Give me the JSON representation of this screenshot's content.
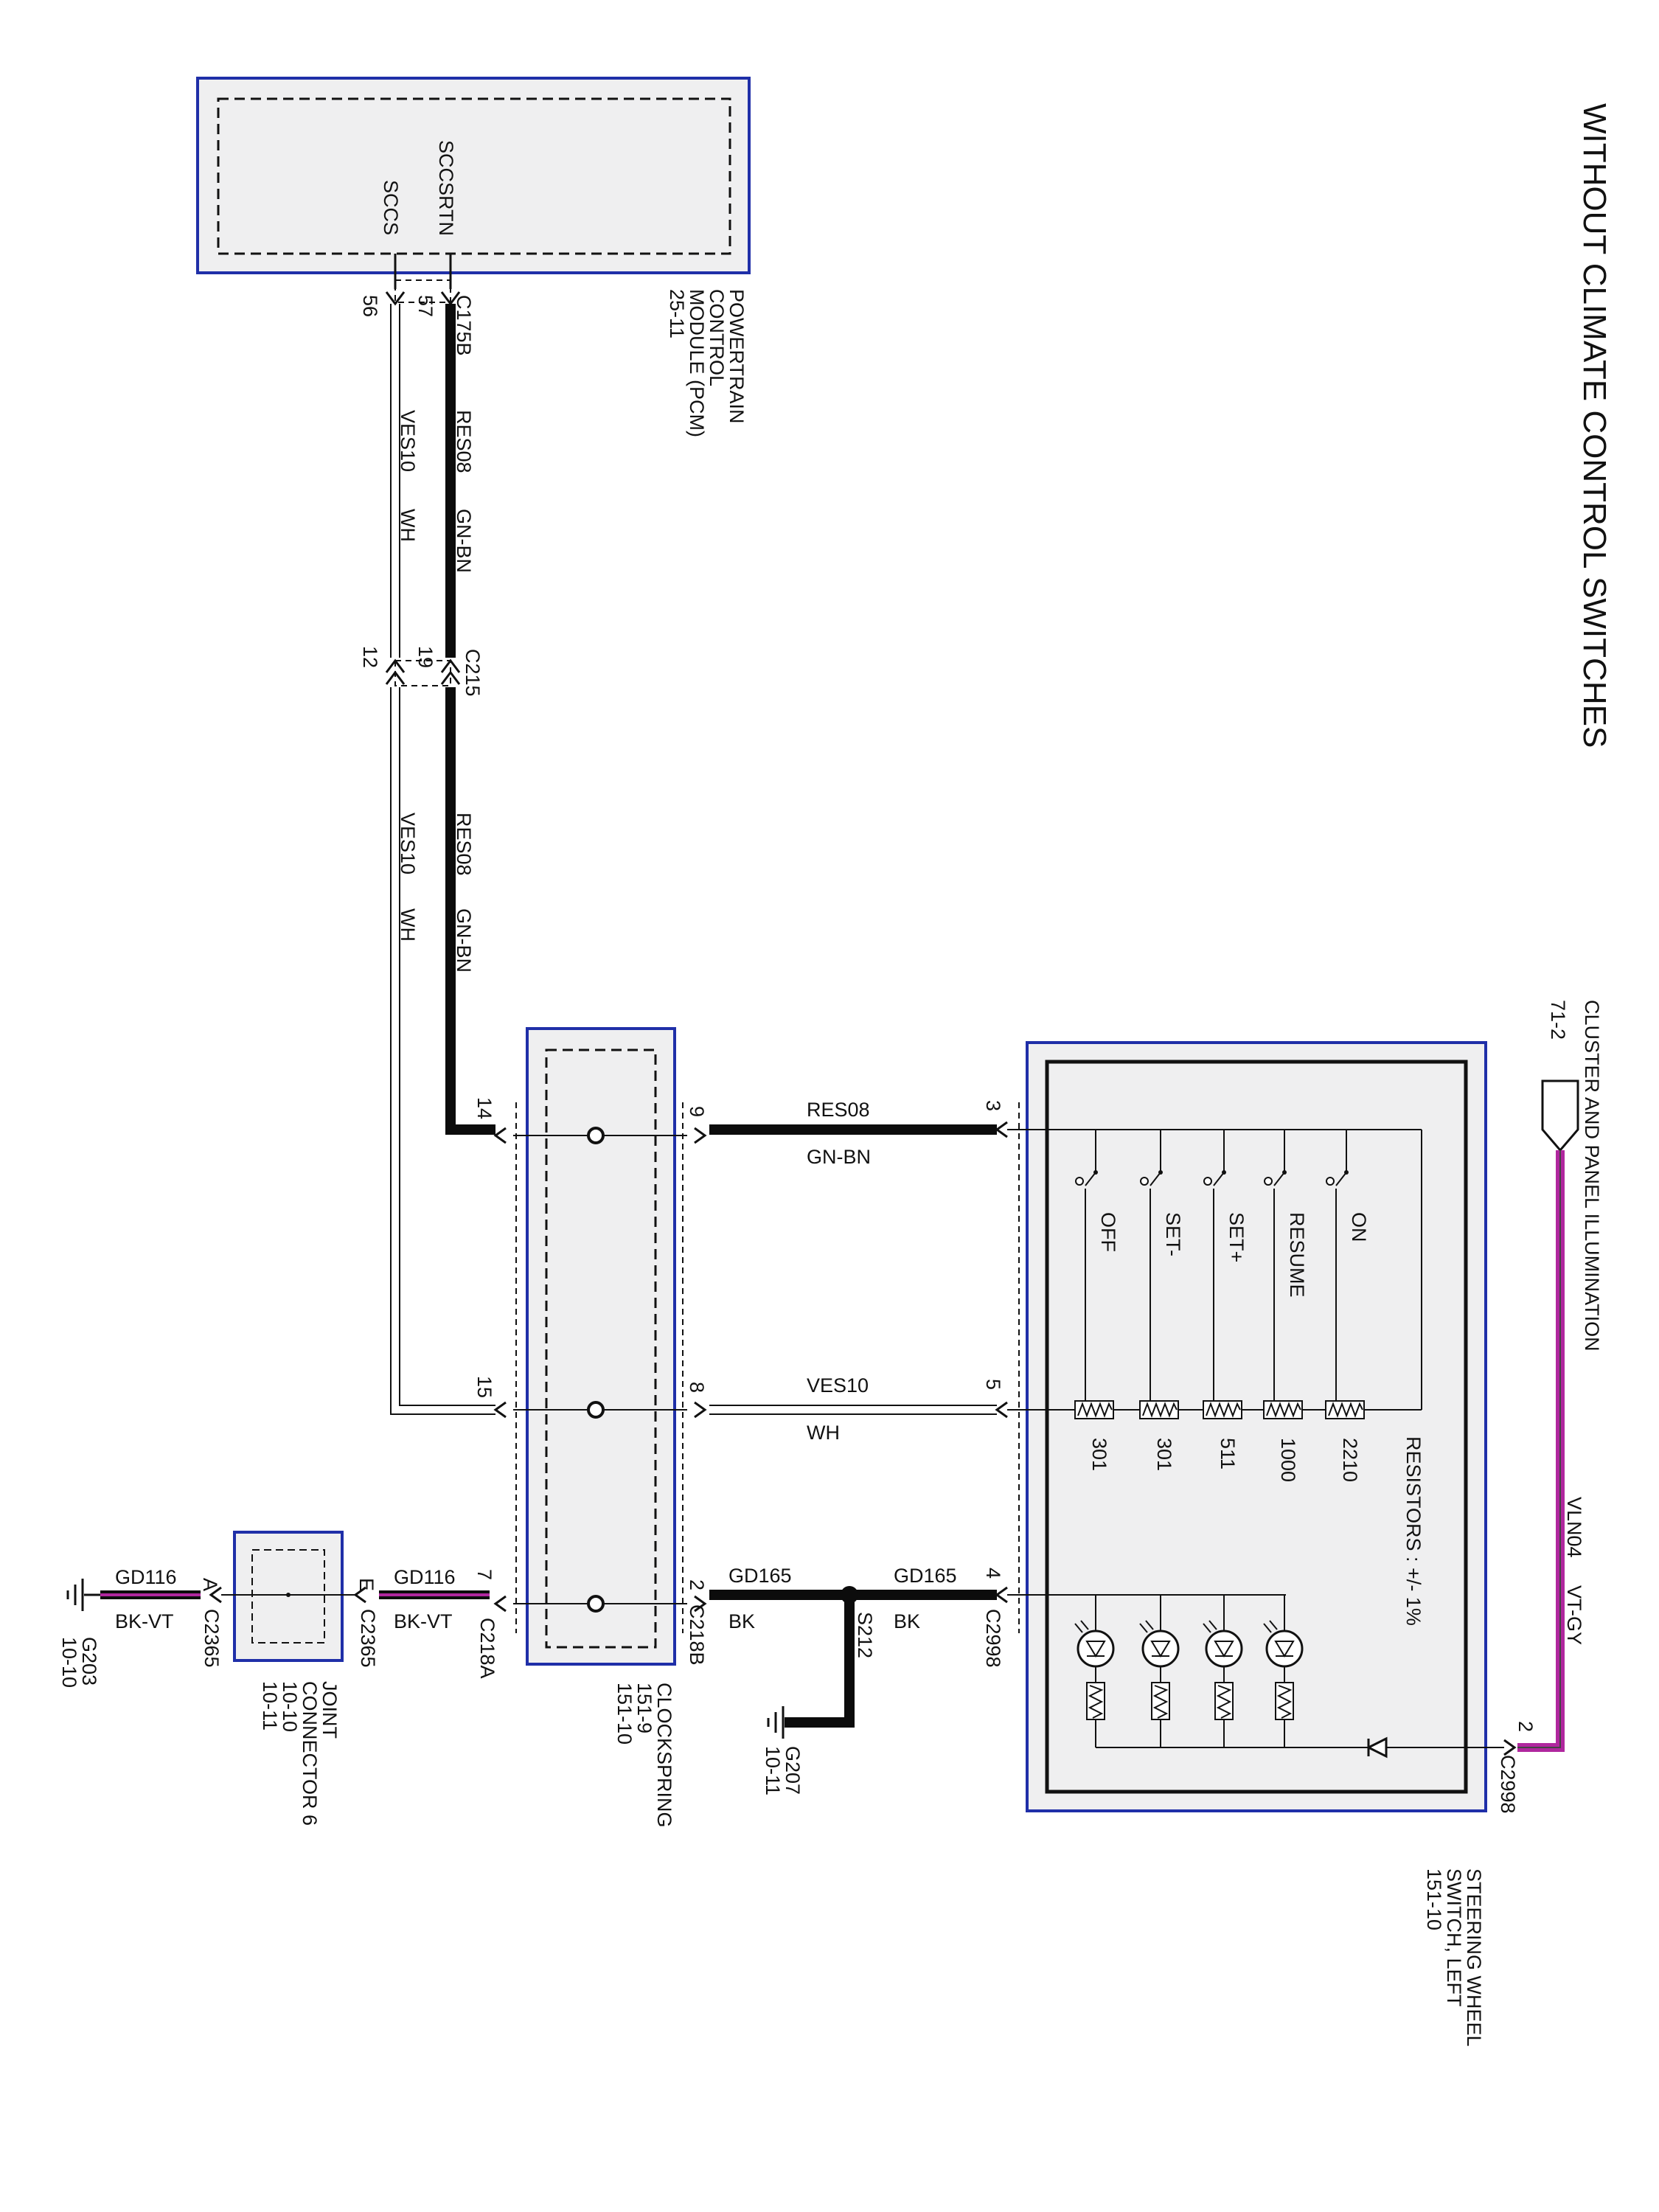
{
  "title": "WITHOUT CLIMATE CONTROL SWITCHES",
  "colors": {
    "module_border": "#1f2fa8",
    "module_fill": "#efeff0",
    "wire": "#0c0c0c",
    "illum_wire": "#b0279e"
  },
  "pcm": {
    "name_lines": [
      "POWERTRAIN",
      "CONTROL",
      "MODULE (PCM)",
      "25-11"
    ],
    "pins": [
      "SCCSRTN",
      "SCCS"
    ],
    "connector": "C175B",
    "pin_res": "57",
    "pin_ves": "56"
  },
  "inline_connector": {
    "name": "C215",
    "pin_res": "19",
    "pin_ves": "12"
  },
  "wires": {
    "res08": {
      "circuit": "RES08",
      "color": "GN-BN"
    },
    "ves10": {
      "circuit": "VES10",
      "color": "WH"
    },
    "gd165": {
      "circuit": "GD165",
      "color": "BK"
    },
    "gd116": {
      "circuit": "GD116",
      "color": "BK-VT"
    },
    "vln04": {
      "circuit": "VLN04",
      "color": "VT-GY"
    }
  },
  "clockspring": {
    "name_lines": [
      "CLOCKSPRING",
      "151-9",
      "151-10"
    ],
    "left_pins": [
      "14",
      "15",
      "7"
    ],
    "right_pins": [
      "9",
      "8",
      "2"
    ],
    "connector_a": "C218A",
    "connector_b": "C218B"
  },
  "splice": "S212",
  "ground_g207": [
    "G207",
    "10-11"
  ],
  "ground_g203": [
    "G203",
    "10-10"
  ],
  "joint_connector": {
    "name_lines": [
      "JOINT",
      "CONNECTOR 6",
      "10-10",
      "10-11"
    ],
    "pin_in": "E",
    "pin_out": "A",
    "connector": "C2365"
  },
  "switch": {
    "name_lines": [
      "STEERING WHEEL",
      "SWITCH, LEFT",
      "151-10"
    ],
    "connector": "C2998",
    "pins": {
      "res": "3",
      "ves": "5",
      "gnd": "4",
      "illum": "2"
    },
    "switches": [
      "OFF",
      "SET-",
      "SET+",
      "RESUME",
      "ON"
    ],
    "resistor_values": [
      "301",
      "301",
      "511",
      "1000",
      "2210"
    ],
    "resistors_note": "RESISTORS : +/- 1%"
  },
  "illumination": {
    "name": "CLUSTER AND PANEL ILLUMINATION",
    "ref": "71-2"
  }
}
